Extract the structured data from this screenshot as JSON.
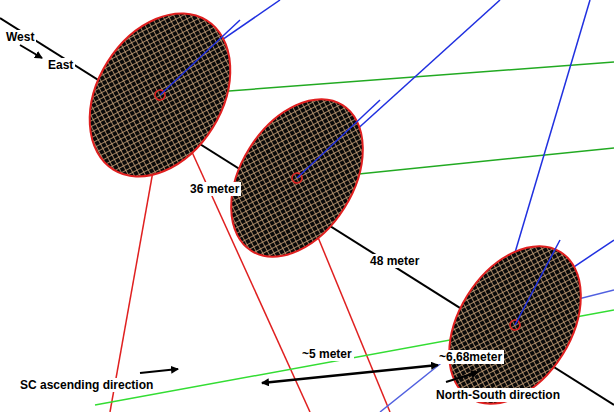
{
  "diagram": {
    "labels": [
      "West",
      "East",
      "36 meter",
      "48 meter",
      "~5 meter",
      "~6,68meter",
      "SC ascending direction",
      "North-South direction"
    ]
  }
}
